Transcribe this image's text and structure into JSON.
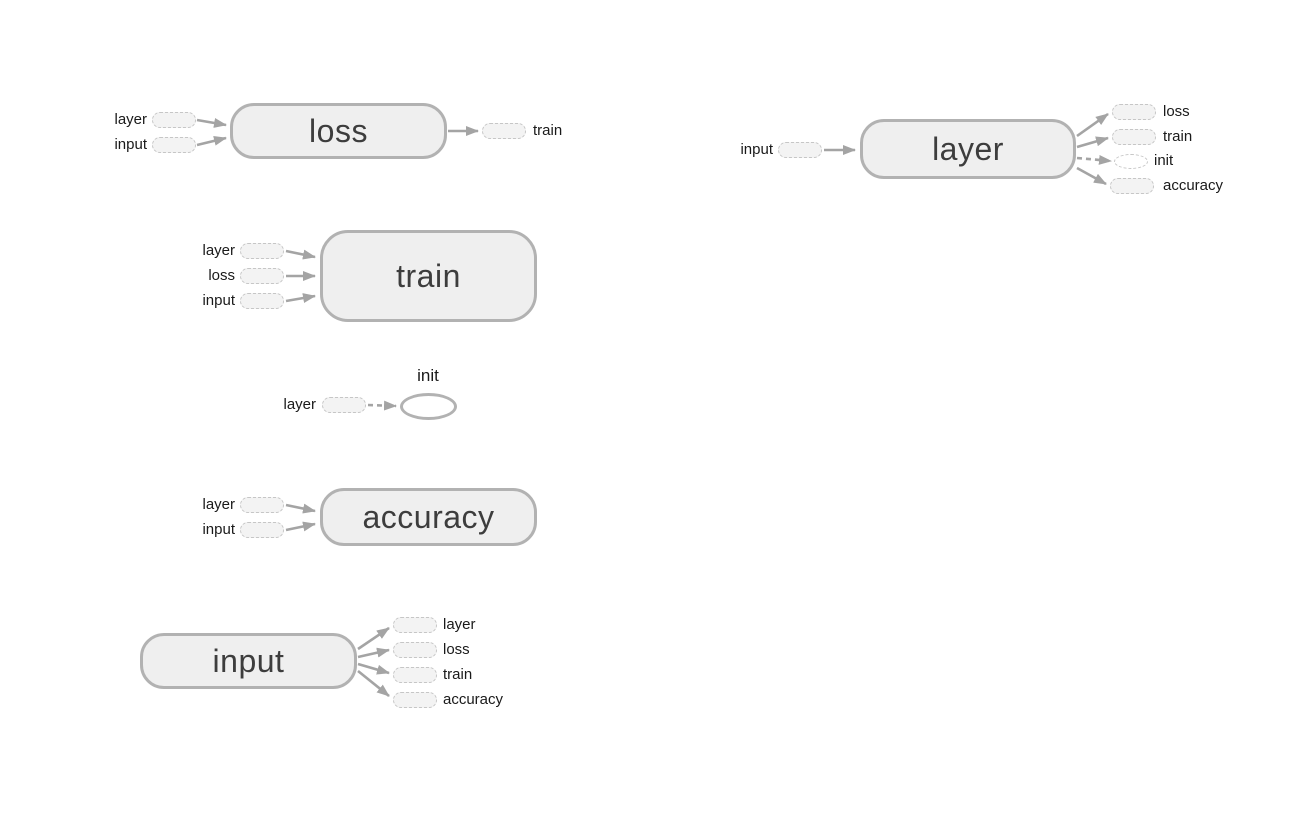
{
  "diagram_type": "dataflow-graph",
  "colors": {
    "background": "#ffffff",
    "node_fill": "#efefef",
    "node_border": "#b2b2b2",
    "node_text": "#3d3d3d",
    "ghost_fill": "#f3f3f3",
    "ghost_border": "#c6c6c6",
    "edge": "#a4a4a4",
    "label_text": "#1a1a1a"
  },
  "groups": [
    {
      "id": "loss",
      "node_label": "loss",
      "node_shape": "rounded-rect",
      "inputs": [
        "layer",
        "input"
      ],
      "outputs": [
        "train"
      ]
    },
    {
      "id": "layer",
      "node_label": "layer",
      "node_shape": "rounded-rect",
      "inputs": [
        "input"
      ],
      "outputs": [
        "loss",
        "train",
        "init",
        "accuracy"
      ]
    },
    {
      "id": "train",
      "node_label": "train",
      "node_shape": "rounded-rect",
      "inputs": [
        "layer",
        "loss",
        "input"
      ],
      "outputs": []
    },
    {
      "id": "init",
      "node_label": "init",
      "node_shape": "ellipse",
      "inputs": [
        "layer"
      ],
      "outputs": []
    },
    {
      "id": "accuracy",
      "node_label": "accuracy",
      "node_shape": "rounded-rect",
      "inputs": [
        "layer",
        "input"
      ],
      "outputs": []
    },
    {
      "id": "input",
      "node_label": "input",
      "node_shape": "rounded-rect",
      "inputs": [],
      "outputs": [
        "layer",
        "loss",
        "train",
        "accuracy"
      ]
    }
  ]
}
